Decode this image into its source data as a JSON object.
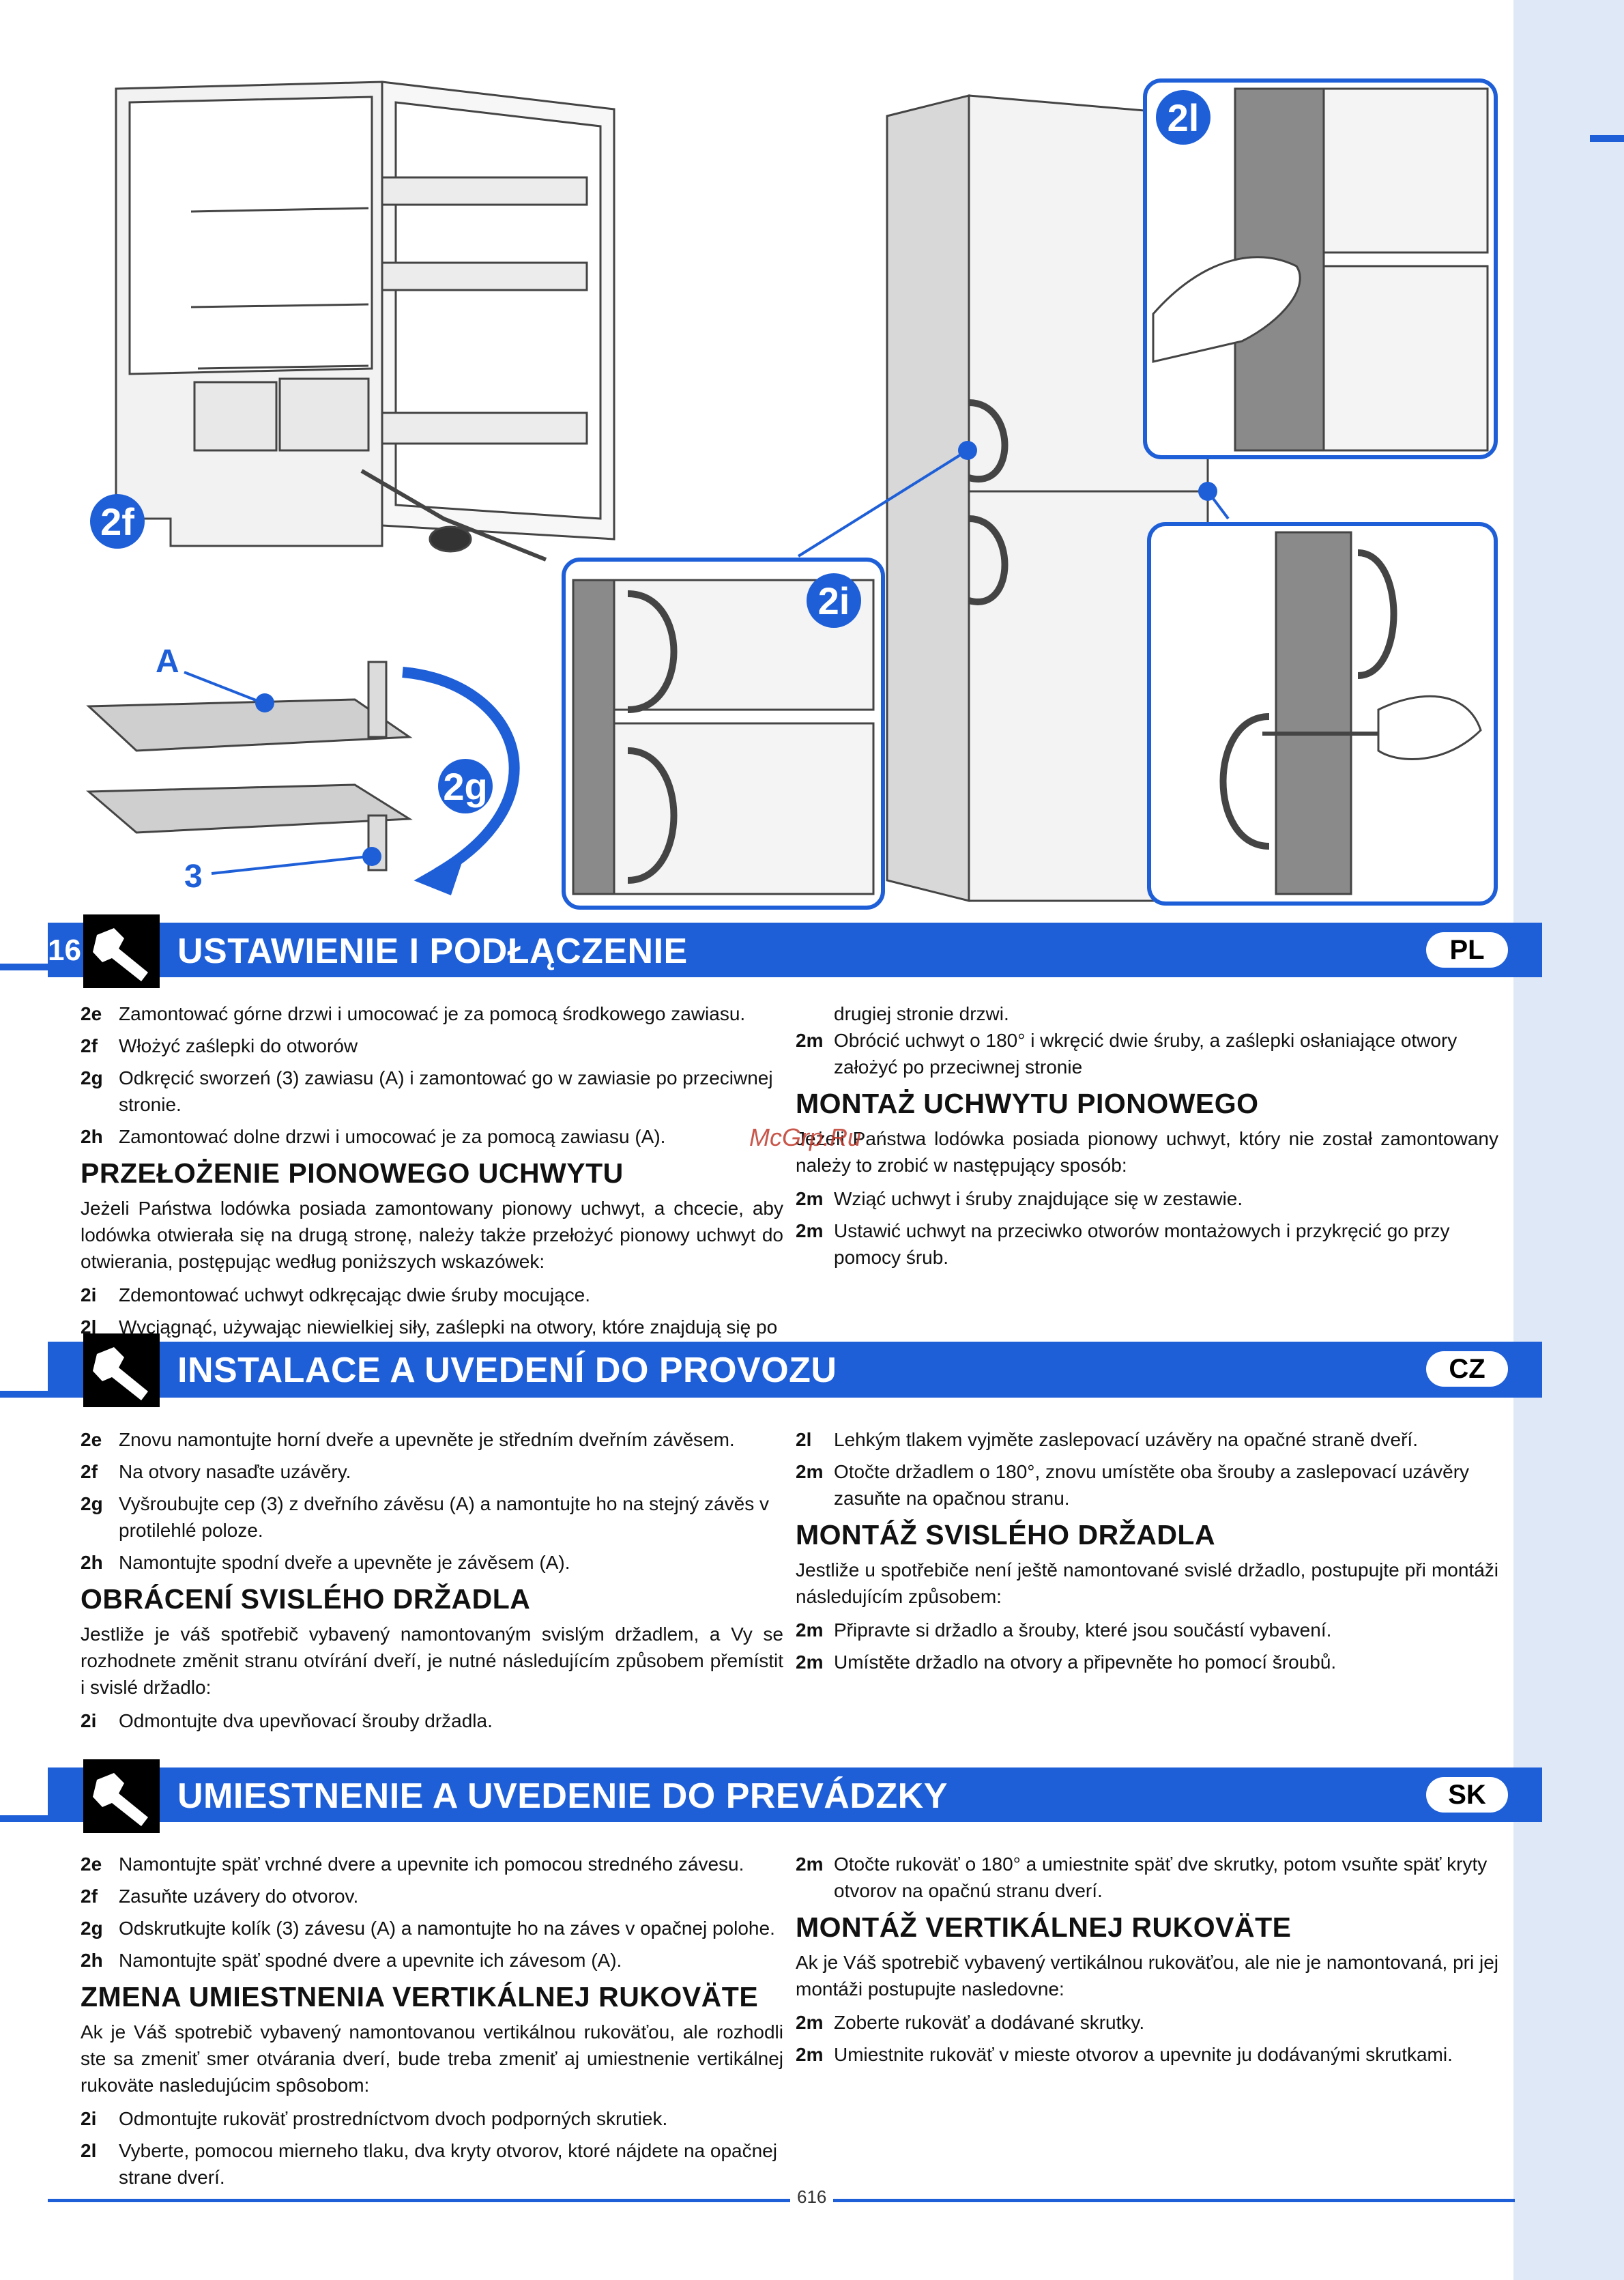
{
  "figures": {
    "fig_2f": "2f",
    "fig_2g": "2g",
    "fig_2i": "2i",
    "fig_2l": "2l",
    "callout_A": "A",
    "callout_3": "3"
  },
  "page_number": "16",
  "footer": "616",
  "watermark": "McGrp.Ru",
  "accent_color": "#1e5fd8",
  "sections": {
    "pl": {
      "title": "USTAWIENIE I PODŁĄCZENIE",
      "badge": "PL",
      "left": {
        "steps1": [
          {
            "n": "2e",
            "t": "Zamontować górne drzwi i umocować je za pomocą środkowego zawiasu."
          },
          {
            "n": "2f",
            "t": "Włożyć zaślepki do otworów"
          },
          {
            "n": "2g",
            "t": "Odkręcić sworzeń (3) zawiasu (A) i zamontować go w zawiasie po przeciwnej stronie."
          },
          {
            "n": "2h",
            "t": "Zamontować dolne drzwi i umocować je za pomocą zawiasu (A)."
          }
        ],
        "heading": "PRZEŁOŻENIE PIONOWEGO UCHWYTU",
        "para": "Jeżeli Państwa lodówka posiada zamontowany pionowy uchwyt, a chcecie, aby lodówka otwierała się na drugą stronę, należy także przełożyć pionowy uchwyt do otwierania, postępując według poniższych wskazówek:",
        "steps2": [
          {
            "n": "2i",
            "t": "Zdemontować uchwyt odkręcając dwie śruby mocujące."
          },
          {
            "n": "2l",
            "t": "Wyciągnąć, używając niewielkiej siły, zaślepki na otwory, które znajdują się po"
          }
        ]
      },
      "right": {
        "cont": "drugiej stronie drzwi.",
        "steps1": [
          {
            "n": "2m",
            "t": "Obrócić uchwyt o 180° i wkręcić dwie śruby, a zaślepki osłaniające otwory założyć po przeciwnej stronie"
          }
        ],
        "heading": "MONTAŻ UCHWYTU PIONOWEGO",
        "para": "Jeżeli Państwa lodówka posiada pionowy uchwyt, który nie został zamontowany należy to zrobić w następujący sposób:",
        "steps2": [
          {
            "n": "2m",
            "t": "Wziąć uchwyt i śruby znajdujące się w zestawie."
          },
          {
            "n": "2m",
            "t": "Ustawić uchwyt na przeciwko otworów montażowych i przykręcić go przy pomocy śrub."
          }
        ]
      }
    },
    "cz": {
      "title": "INSTALACE A UVEDENÍ DO PROVOZU",
      "badge": "CZ",
      "left": {
        "steps1": [
          {
            "n": "2e",
            "t": "Znovu namontujte horní dveře a upevněte je středním dveřním závěsem."
          },
          {
            "n": "2f",
            "t": "Na otvory nasaďte uzávěry."
          },
          {
            "n": "2g",
            "t": "Vyšroubujte cep (3) z dveřního závěsu (A) a namontujte ho na stejný závěs v protilehlé poloze."
          },
          {
            "n": "2h",
            "t": "Namontujte spodní dveře a upevněte je závěsem (A)."
          }
        ],
        "heading": "OBRÁCENÍ SVISLÉHO DRŽADLA",
        "para": "Jestliže je váš spotřebič vybavený namontovaným svislým držadlem, a Vy se rozhodnete změnit stranu otvírání dveří, je nutné následujícím způsobem přemístit i svislé držadlo:",
        "steps2": [
          {
            "n": "2i",
            "t": "Odmontujte dva upevňovací šrouby držadla."
          }
        ]
      },
      "right": {
        "steps1": [
          {
            "n": "2l",
            "t": "Lehkým tlakem vyjměte zaslepovací uzávěry na opačné straně dveří."
          },
          {
            "n": "2m",
            "t": "Otočte držadlem o 180°, znovu umístěte oba šrouby a zaslepovací uzávěry zasuňte na opačnou stranu."
          }
        ],
        "heading": "MONTÁŽ SVISLÉHO DRŽADLA",
        "para": "Jestliže u spotřebiče není ještě namontované svislé držadlo, postupujte při montáži následujícím způsobem:",
        "steps2": [
          {
            "n": "2m",
            "t": "Připravte si držadlo a šrouby, které jsou součástí vybavení."
          },
          {
            "n": "2m",
            "t": "Umístěte držadlo na otvory a připevněte ho pomocí šroubů."
          }
        ]
      }
    },
    "sk": {
      "title": "UMIESTNENIE A UVEDENIE DO PREVÁDZKY",
      "badge": "SK",
      "left": {
        "steps1": [
          {
            "n": "2e",
            "t": "Namontujte späť vrchné dvere a upevnite ich pomocou stredného závesu."
          },
          {
            "n": "2f",
            "t": "Zasuňte uzávery do otvorov."
          },
          {
            "n": "2g",
            "t": "Odskrutkujte kolík (3) závesu (A) a namontujte ho na záves v opačnej polohe."
          },
          {
            "n": "2h",
            "t": "Namontujte späť spodné dvere a upevnite ich závesom (A)."
          }
        ],
        "heading": "ZMENA UMIESTNENIA VERTIKÁLNEJ RUKOVÄTE",
        "para": "Ak je Váš spotrebič vybavený namontovanou vertikálnou rukoväťou, ale rozhodli ste sa zmeniť smer otvárania dverí, bude treba zmeniť aj umiestnenie vertikálnej rukoväte nasledujúcim spôsobom:",
        "steps2": [
          {
            "n": "2i",
            "t": "Odmontujte rukoväť prostredníctvom dvoch podporných skrutiek."
          },
          {
            "n": "2l",
            "t": "Vyberte, pomocou mierneho tlaku, dva kryty otvorov, ktoré nájdete na opačnej strane dverí."
          }
        ]
      },
      "right": {
        "steps1": [
          {
            "n": "2m",
            "t": "Otočte rukoväť o 180° a umiestnite späť dve skrutky, potom vsuňte späť kryty otvorov na opačnú stranu dverí."
          }
        ],
        "heading": "MONTÁŽ VERTIKÁLNEJ RUKOVÄTE",
        "para": "Ak je Váš spotrebič vybavený vertikálnou rukoväťou, ale nie je namontovaná, pri jej montáži postupujte nasledovne:",
        "steps2": [
          {
            "n": "2m",
            "t": "Zoberte rukoväť a dodávané skrutky."
          },
          {
            "n": "2m",
            "t": "Umiestnite rukoväť v mieste otvorov a upevnite ju dodávanými skrutkami."
          }
        ]
      }
    }
  }
}
